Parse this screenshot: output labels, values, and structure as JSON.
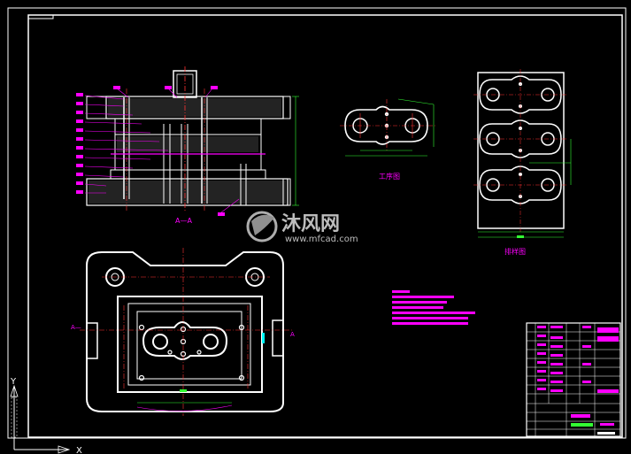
{
  "drawing": {
    "section_label": "A—A",
    "process_label": "工序图",
    "layout_label": "排样图",
    "cut_marker_left": "A—",
    "cut_marker_right": "A"
  },
  "ucs": {
    "y_label": "Y",
    "x_label": "X"
  },
  "watermark": {
    "brand": "沐风网",
    "url": "www.mfcad.com"
  },
  "colors": {
    "background": "#000000",
    "frame": "#ffffff",
    "magenta": "#ff00ff",
    "red": "#ff3333",
    "green": "#33ff33",
    "cyan": "#00ffff",
    "yellow": "#ffff00"
  }
}
